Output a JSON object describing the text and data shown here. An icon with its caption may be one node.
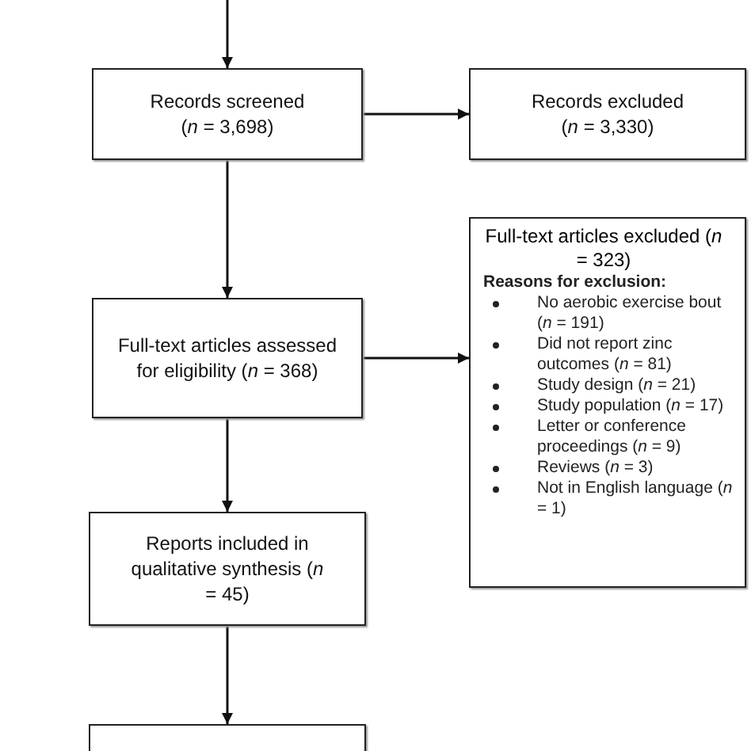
{
  "diagram": {
    "nodes": [
      {
        "text": [
          "Records screened (*n* = 3,698)"
        ]
      },
      {
        "text": [
          "Records excluded (*n* = 3,330)"
        ]
      },
      {
        "text": [
          "Full-text articles assessed for eligibility (*n* = 368)"
        ]
      },
      {
        "text": [
          "Full-text articles excluded (*n* = 323)",
          "Reasons for exclusion:",
          "No aerobic exercise bout (*n* = 191)",
          "Did not report zinc outcomes (*n* = 81)",
          "Study design (*n* = 21)",
          "Study population (*n* = 17)",
          "Letter or conference proceedings (*n* = 9)",
          "Reviews (*n* = 3)",
          "Not in English language (*n* = 1)"
        ]
      },
      {
        "text": [
          "Reports included in qualitative synthesis (*n* = 45)"
        ]
      },
      {
        "text": [],
        "shape": "box"
      }
    ],
    "edges": [
      {
        "from": null,
        "to": 0,
        "arrow": "to"
      },
      {
        "from": 0,
        "to": 1,
        "arrow": "to"
      },
      {
        "from": 0,
        "to": 2,
        "arrow": "to"
      },
      {
        "from": 2,
        "to": 3,
        "arrow": "to"
      },
      {
        "from": 2,
        "to": 4,
        "arrow": "to"
      },
      {
        "from": 4,
        "to": 5,
        "arrow": "to"
      }
    ]
  }
}
